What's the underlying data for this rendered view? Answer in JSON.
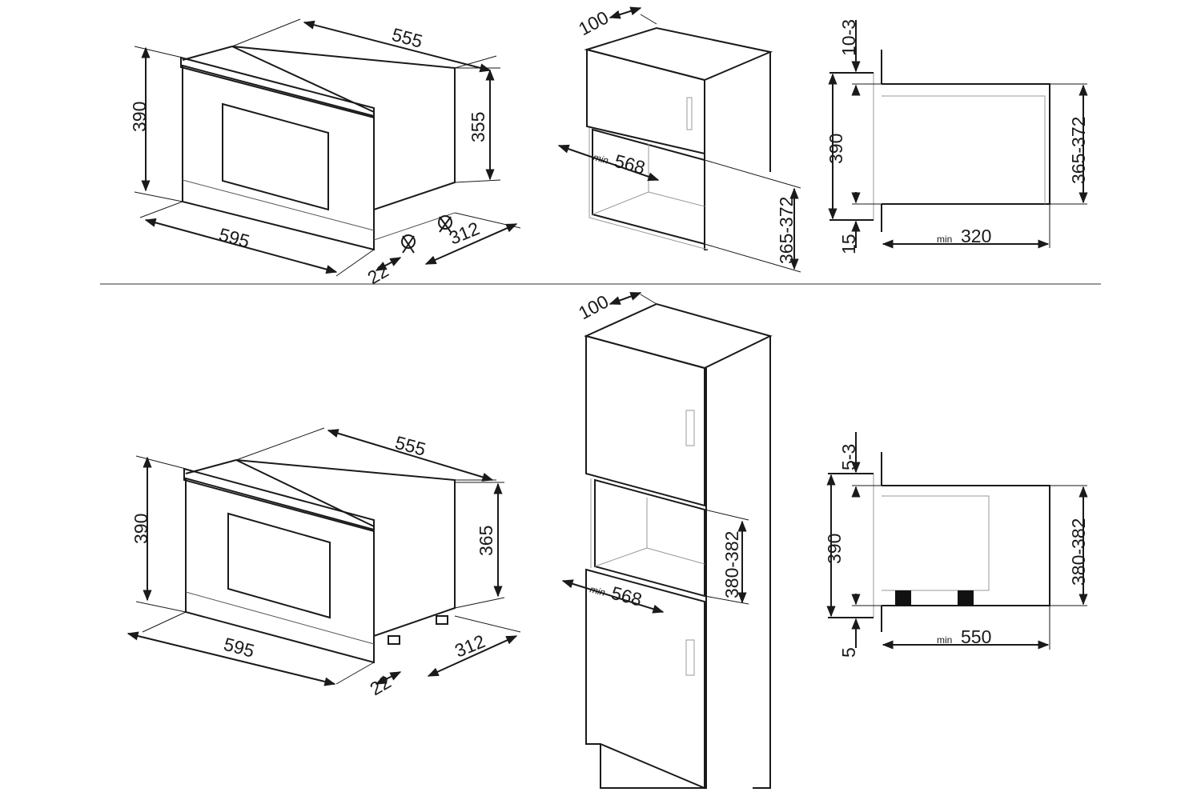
{
  "top": {
    "oven": {
      "depth": "555",
      "height": "390",
      "body_height": "355",
      "width": "595",
      "side_depth": "312",
      "front_offset": "22"
    },
    "cabinet": {
      "top_gap": "100",
      "min_label": "min",
      "width": "568",
      "niche_height": "365-372"
    },
    "section": {
      "top_gap": "10-3",
      "height": "390",
      "niche_height": "365-372",
      "bottom_gap": "15",
      "min_label": "min",
      "depth": "320"
    }
  },
  "bottom": {
    "oven": {
      "depth": "555",
      "height": "390",
      "body_height": "365",
      "width": "595",
      "side_depth": "312",
      "front_offset": "22"
    },
    "cabinet": {
      "top_gap": "100",
      "min_label": "min",
      "width": "568",
      "niche_height": "380-382"
    },
    "section": {
      "top_gap": "5-3",
      "height": "390",
      "niche_height": "380-382",
      "bottom_gap": "5",
      "min_label": "min",
      "depth": "550"
    }
  }
}
